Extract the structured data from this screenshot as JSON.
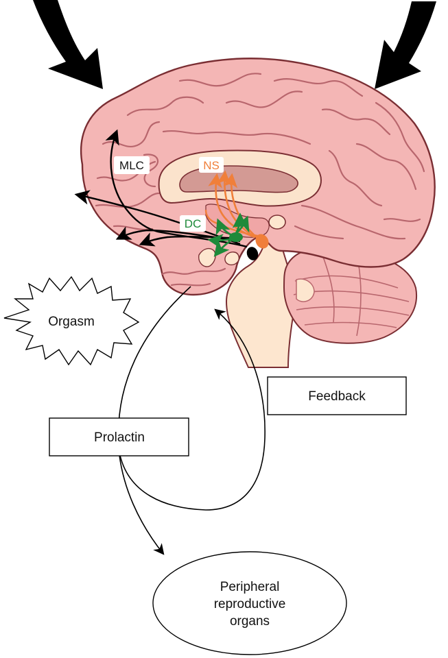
{
  "labels": {
    "orgasm": "Orgasm",
    "feedback": "Feedback",
    "prolactin": "Prolactin",
    "peripheral_line1": "Peripheral",
    "peripheral_line2": "reproductive",
    "peripheral_line3": "organs",
    "mlc": "MLC",
    "ns": "NS",
    "dc": "DC"
  },
  "colors": {
    "brain_fill": "#f4b6b5",
    "brain_outline": "#7a2e33",
    "corpus_callosum": "#fbe3cc",
    "brainstem": "#fde6cf",
    "ventricle": "#d39a94",
    "ns_pathway": "#f07f3a",
    "dc_pathway": "#1e8a3a",
    "mlc_pathway": "#000000"
  },
  "icons": {
    "orgasm_shape": "starburst-icon",
    "left_input_arrow": "curved-arrow-icon",
    "right_input_arrow": "curved-arrow-icon"
  }
}
